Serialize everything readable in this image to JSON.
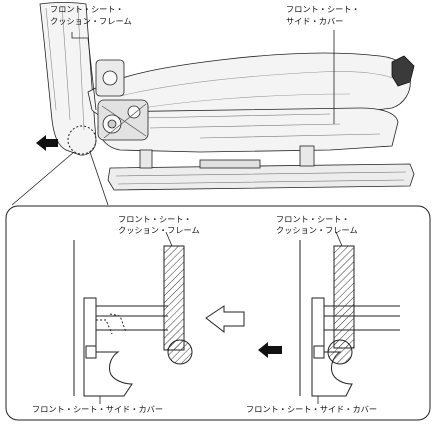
{
  "labels": {
    "top_cushion_frame_line1": "フロント・シート・",
    "top_cushion_frame_line2": "クッション・フレーム",
    "top_side_cover_line1": "フロント・シート・",
    "top_side_cover_line2": "サイド・カバー",
    "detail_left_frame_line1": "フロント・シート・",
    "detail_left_frame_line2": "クッション・フレーム",
    "detail_right_frame_line1": "フロント・シート・",
    "detail_right_frame_line2": "クッション・フレーム",
    "detail_left_cover": "フロント・シート・サイド・カバー",
    "detail_right_cover": "フロント・シート・サイド・カバー"
  },
  "colors": {
    "line": "#222222",
    "arrow_fill": "#111111",
    "hatch": "#333333",
    "seat_fill": "#f4f4f4"
  },
  "icons": [
    "left-arrow-icon",
    "open-arrow-icon"
  ]
}
